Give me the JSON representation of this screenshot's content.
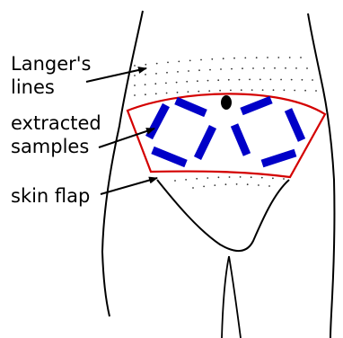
{
  "labels": {
    "langers_lines": [
      "Langer's",
      "lines"
    ],
    "extracted_samples": [
      "extracted",
      "samples"
    ],
    "skin_flap": "skin flap"
  },
  "colors": {
    "outline": "#000000",
    "flap_border": "#d40000",
    "samples": "#0000c8",
    "navel": "#000000",
    "dots": "#333333"
  }
}
